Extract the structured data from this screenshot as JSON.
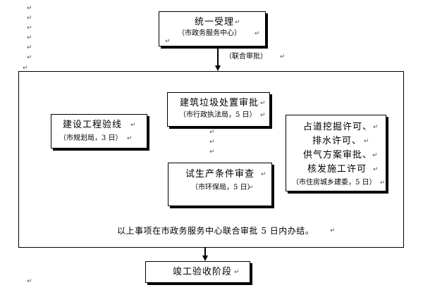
{
  "top_box": {
    "title": "统一受理",
    "subtitle": "（市政务服务中心）"
  },
  "joint_review_label": "（联合审批）",
  "construction_box": {
    "title": "建筑垃圾处置审批",
    "subtitle": "（市行政执法局，5 日）"
  },
  "planning_box": {
    "title": "建设工程验线",
    "subtitle": "（市规划局，3 日）"
  },
  "trial_box": {
    "title": "试生产条件审查",
    "subtitle": "（市环保局，5 日）"
  },
  "permits_box": {
    "lines": [
      "占道挖掘许可、",
      "排水许可、",
      "供气方案审批、",
      "核发施工许可"
    ],
    "subtitle": "（市住房城乡建委，5 日）"
  },
  "summary_text": "以上事项在市政务服务中心联合审批 5 日内办结。",
  "bottom_box": {
    "title": "竣工验收阶段"
  }
}
